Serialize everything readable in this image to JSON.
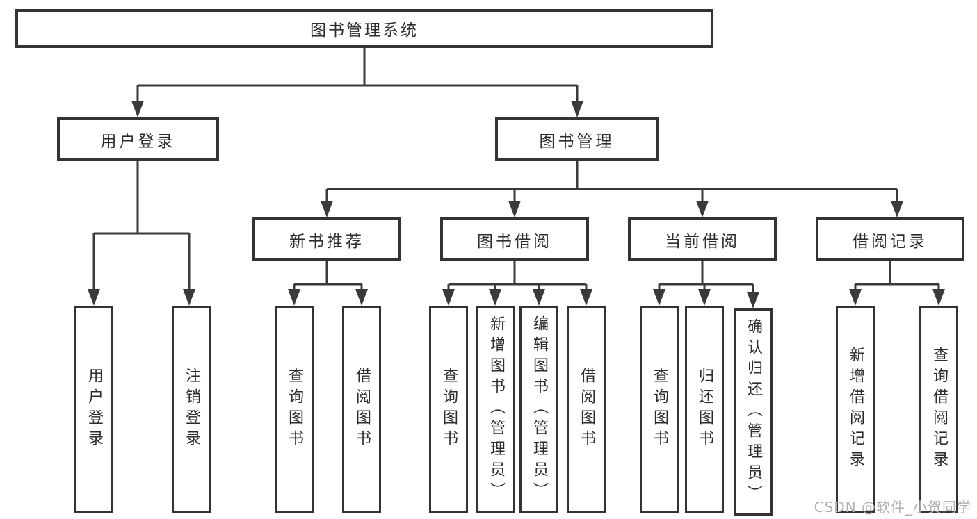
{
  "diagram": {
    "type": "tree-diagram",
    "title": "图书管理系统",
    "watermark": "CSDN @软件_小贺同学",
    "colors": {
      "background": "#ffffff",
      "line": "#3a3a3a",
      "box_border": "#333333",
      "text": "#2d2d2d",
      "watermark": "#b0b0b0"
    },
    "nodes": {
      "root": "图书管理系统",
      "level2": [
        "用户登录",
        "图书管理"
      ],
      "level3": [
        "新书推荐",
        "图书借阅",
        "当前借阅",
        "借阅记录"
      ],
      "leaves": [
        "用户登录",
        "注销登录",
        "查询图书",
        "借阅图书",
        "查询图书",
        "新增图书（管理员）",
        "编辑图书（管理员）",
        "借阅图书",
        "查询图书",
        "归还图书",
        "确认归还（管理员）",
        "新增借阅记录",
        "查询借阅记录"
      ]
    },
    "structure": {
      "用户登录": [
        "用户登录",
        "注销登录"
      ],
      "图书管理": [
        "新书推荐",
        "图书借阅",
        "当前借阅",
        "借阅记录"
      ],
      "新书推荐": [
        "查询图书",
        "借阅图书"
      ],
      "图书借阅": [
        "查询图书",
        "新增图书（管理员）",
        "编辑图书（管理员）",
        "借阅图书"
      ],
      "当前借阅": [
        "查询图书",
        "归还图书",
        "确认归还（管理员）"
      ],
      "借阅记录": [
        "新增借阅记录",
        "查询借阅记录"
      ]
    }
  }
}
